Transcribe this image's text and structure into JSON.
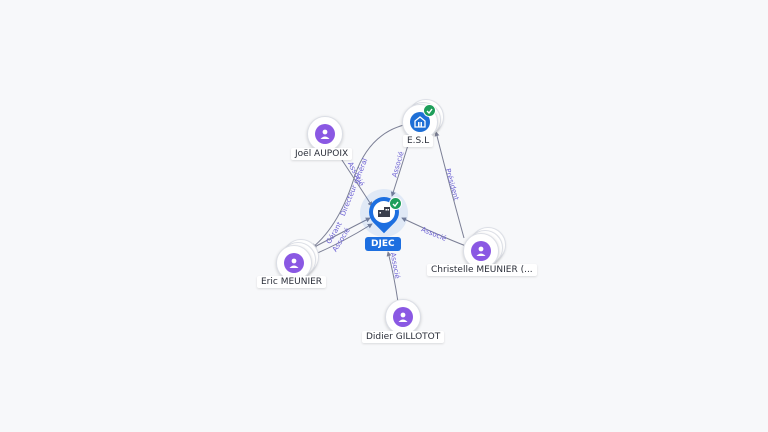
{
  "nodes": {
    "djec": {
      "label": "DJEC",
      "icon": "building-icon",
      "verified": true
    },
    "esl": {
      "label": "E.S.L",
      "icon": "building-icon",
      "verified": true
    },
    "joel": {
      "label": "Joël AUPOIX",
      "icon": "person-icon"
    },
    "eric": {
      "label": "Eric MEUNIER",
      "icon": "person-icon"
    },
    "christelle": {
      "label": "Christelle MEUNIER (...",
      "icon": "person-icon"
    },
    "didier": {
      "label": "Didier GILLOTOT",
      "icon": "person-icon"
    }
  },
  "edges": [
    {
      "from": "joel",
      "to": "djec",
      "label": "Associé"
    },
    {
      "from": "esl",
      "to": "djec",
      "label": "Associé"
    },
    {
      "from": "esl",
      "to": "eric",
      "label": "Directeur général"
    },
    {
      "from": "eric",
      "to": "djec",
      "label": "Gérant"
    },
    {
      "from": "eric",
      "to": "djec",
      "label": "Associé"
    },
    {
      "from": "christelle",
      "to": "esl",
      "label": "Président"
    },
    {
      "from": "christelle",
      "to": "djec",
      "label": "Associé"
    },
    {
      "from": "didier",
      "to": "djec",
      "label": "Associé"
    }
  ],
  "colors": {
    "person": "#8a58e3",
    "company": "#1e6fd6",
    "main_label_bg": "#1d6fe0",
    "verified": "#1e9e5a",
    "edge": "#7b7f95",
    "edge_label": "#6a5fd3"
  }
}
